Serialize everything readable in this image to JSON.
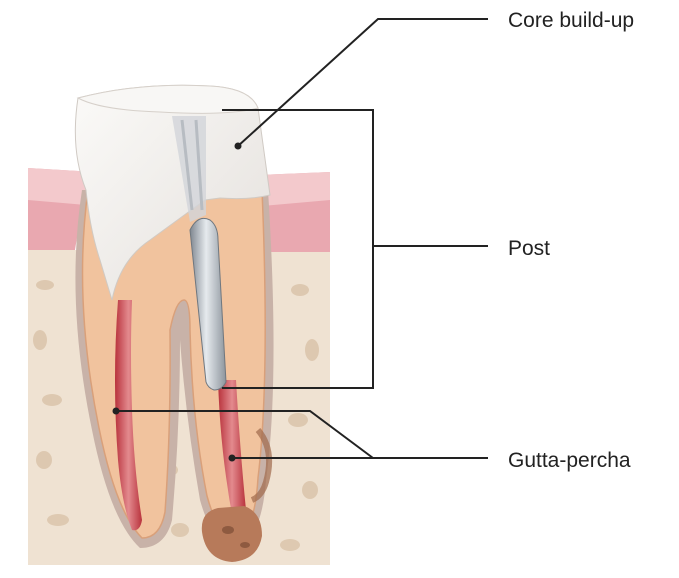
{
  "labels": {
    "core_buildup": "Core build-up",
    "post": "Post",
    "gutta_percha": "Gutta-percha"
  },
  "colors": {
    "bone": "#efe2d2",
    "bone_pores": "#dcc6ad",
    "gum": "#e9a8b0",
    "gum_light": "#f3c9cc",
    "dentin": "#f1c39e",
    "dentin_edge": "#d9a07a",
    "root_surface": "#c8b2a8",
    "core": "#f4f2ef",
    "post_metal": "#a9b0b8",
    "gutta_percha": "#c8454f",
    "lesion": "#b77a5a",
    "leader_line": "#222222"
  }
}
